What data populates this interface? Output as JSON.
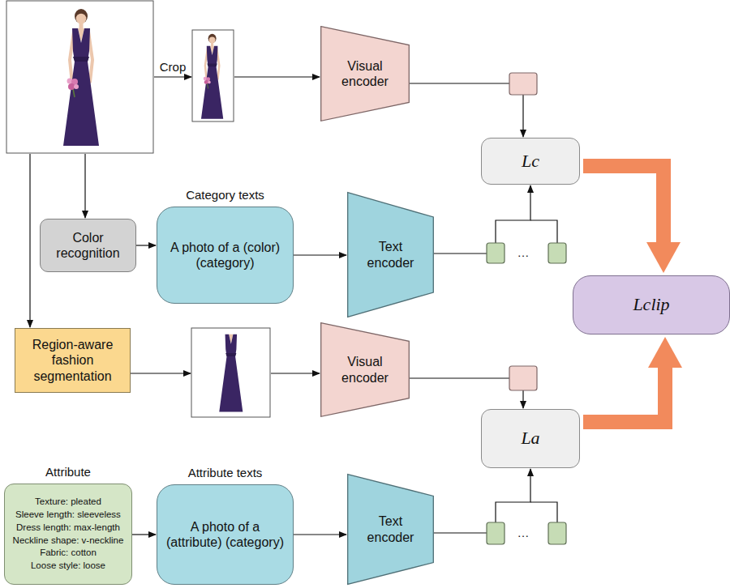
{
  "diagram": {
    "nodes": [
      {
        "text": [
          "Visual encoder"
        ]
      },
      {
        "text": [
          "Lc"
        ]
      },
      {
        "text": [
          "Color recognition"
        ]
      },
      {
        "text": [
          "Category texts",
          "A photo of a (color) (category)"
        ]
      },
      {
        "text": [
          "Text encoder"
        ]
      },
      {
        "text": [
          "Lclip"
        ]
      },
      {
        "text": [
          "Region-aware fashion segmentation"
        ]
      },
      {
        "text": [
          "Visual encoder"
        ]
      },
      {
        "text": [
          "La"
        ]
      },
      {
        "text": [
          "Attribute",
          "Texture: pleated",
          "Sleeve length: sleeveless",
          "Dress length: max-length",
          "Neckline shape: v-neckline",
          "Fabric: cotton",
          "Loose style: loose"
        ]
      },
      {
        "text": [
          "Attribute texts",
          "A photo of a (attribute) (category)"
        ]
      },
      {
        "text": [
          "Text encoder"
        ]
      }
    ],
    "edges": [
      {
        "from": 2,
        "to": 3,
        "arrow": "to"
      },
      {
        "from": 3,
        "to": 4,
        "arrow": "to"
      },
      {
        "from": 0,
        "to": 1,
        "arrow": "to"
      },
      {
        "from": 4,
        "to": 1,
        "arrow": "to"
      },
      {
        "from": 1,
        "to": 5,
        "arrow": "to"
      },
      {
        "from": 7,
        "to": 8,
        "arrow": "to"
      },
      {
        "from": 11,
        "to": 8,
        "arrow": "to"
      },
      {
        "from": 8,
        "to": 5,
        "arrow": "to"
      },
      {
        "from": 9,
        "to": 10,
        "arrow": "to"
      },
      {
        "from": 10,
        "to": 11,
        "arrow": "to"
      }
    ],
    "labels": [
      "Crop",
      "…",
      "…"
    ]
  }
}
